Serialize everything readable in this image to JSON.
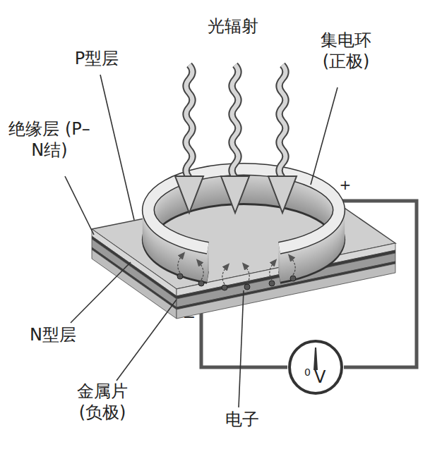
{
  "diagram": {
    "nodes": [
      {
        "text": [
          "0",
          "V"
        ]
      }
    ],
    "labels": [
      "光辐射",
      "P型层",
      "集电环 (正极)",
      "+",
      "绝缘层 (P–N结)",
      "N型层",
      "−",
      "金属片 (负极)",
      "电子"
    ]
  }
}
